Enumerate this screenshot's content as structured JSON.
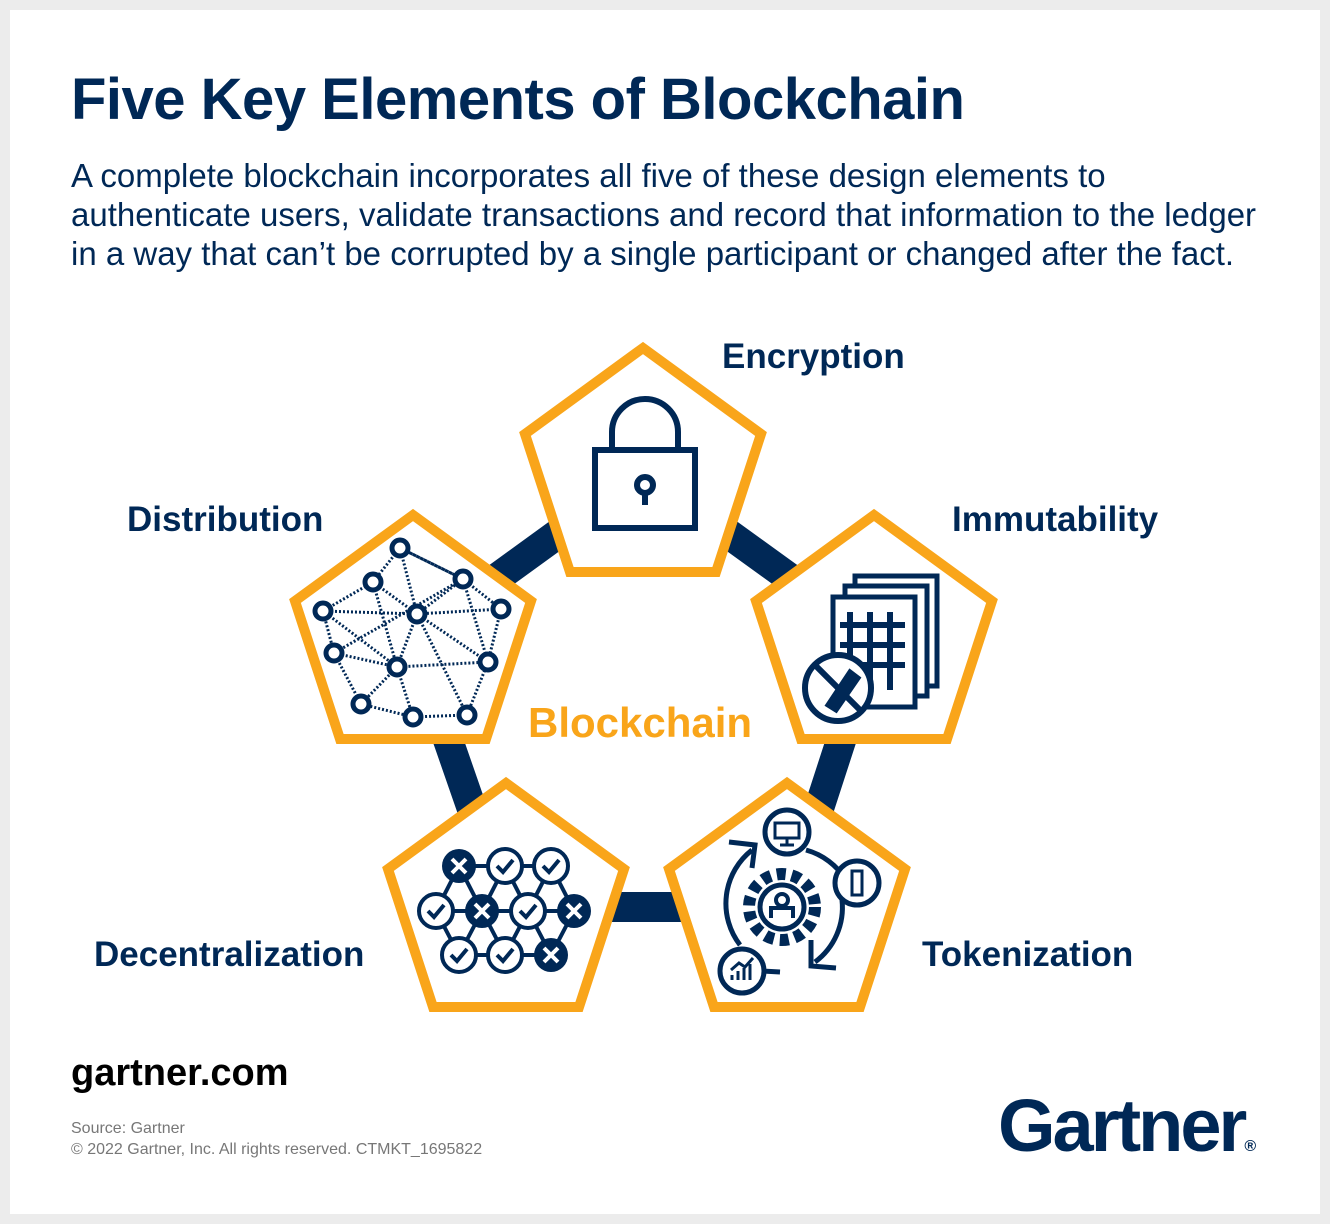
{
  "header": {
    "title": "Five Key Elements of Blockchain",
    "subtitle": "A complete blockchain incorporates all five of these design elements to authenticate users, validate transactions and record that information to the ledger in a way that can’t be corrupted by a single participant or changed after the fact."
  },
  "diagram": {
    "center_label": "Blockchain",
    "elements": [
      {
        "label": "Encryption",
        "icon": "lock-icon"
      },
      {
        "label": "Immutability",
        "icon": "locked-documents-icon"
      },
      {
        "label": "Tokenization",
        "icon": "token-cycle-icon"
      },
      {
        "label": "Decentralization",
        "icon": "validation-grid-icon"
      },
      {
        "label": "Distribution",
        "icon": "network-icon"
      }
    ],
    "colors": {
      "navy": "#002856",
      "orange": "#F9A51A"
    }
  },
  "footer": {
    "website": "gartner.com",
    "source": "Source: Gartner",
    "copyright": "© 2022 Gartner, Inc. All rights reserved. CTMKT_1695822",
    "logo": "Gartner",
    "logo_mark": "®"
  }
}
